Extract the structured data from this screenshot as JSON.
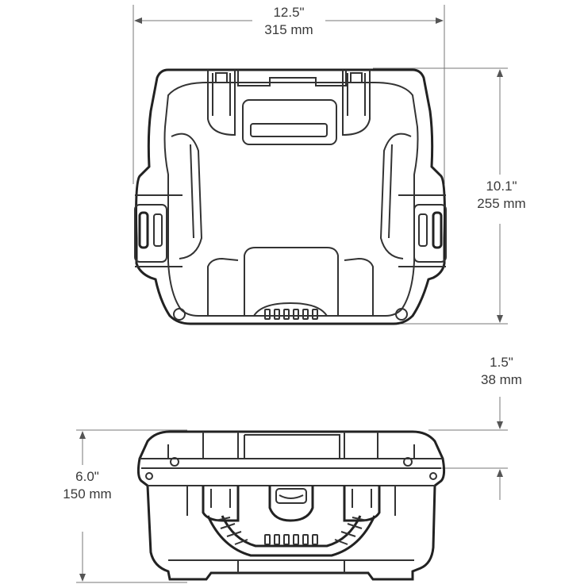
{
  "dimensions": {
    "width": {
      "imperial": "12.5\"",
      "metric": "315 mm"
    },
    "depth": {
      "imperial": "10.1\"",
      "metric": "255 mm"
    },
    "lid": {
      "imperial": "1.5\"",
      "metric": "38 mm"
    },
    "height": {
      "imperial": "6.0\"",
      "metric": "150 mm"
    }
  },
  "colors": {
    "line": "#333333",
    "dimension_text": "#3a3a3a",
    "background": "#ffffff"
  }
}
